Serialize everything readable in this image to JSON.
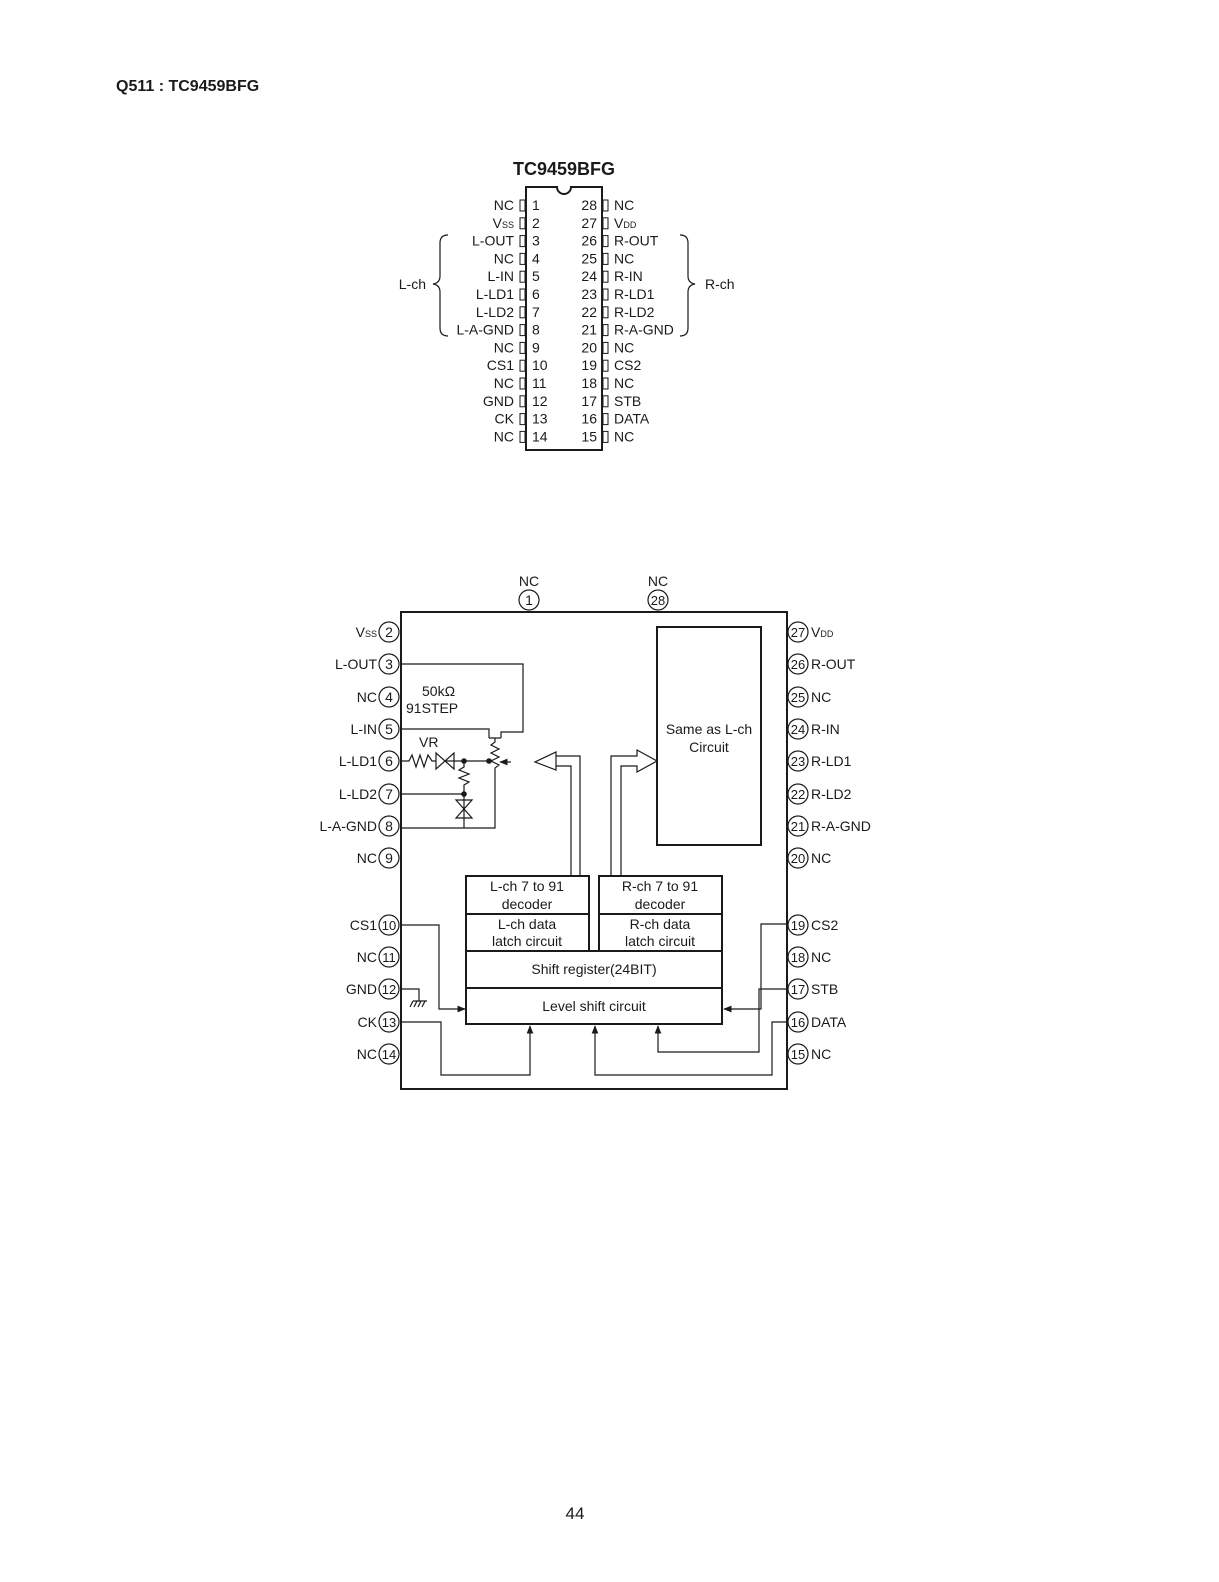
{
  "page": {
    "heading": "Q511 : TC9459BFG",
    "page_number": "44"
  },
  "pinout": {
    "title": "TC9459BFG",
    "left_pins": [
      {
        "num": "1",
        "name": "NC"
      },
      {
        "num": "2",
        "name": "V",
        "sub": "SS"
      },
      {
        "num": "3",
        "name": "L-OUT"
      },
      {
        "num": "4",
        "name": "NC"
      },
      {
        "num": "5",
        "name": "L-IN"
      },
      {
        "num": "6",
        "name": "L-LD1"
      },
      {
        "num": "7",
        "name": "L-LD2"
      },
      {
        "num": "8",
        "name": "L-A-GND"
      },
      {
        "num": "9",
        "name": "NC"
      },
      {
        "num": "10",
        "name": "CS1"
      },
      {
        "num": "11",
        "name": "NC"
      },
      {
        "num": "12",
        "name": "GND"
      },
      {
        "num": "13",
        "name": "CK"
      },
      {
        "num": "14",
        "name": "NC"
      }
    ],
    "right_pins": [
      {
        "num": "28",
        "name": "NC"
      },
      {
        "num": "27",
        "name": "V",
        "sub": "DD"
      },
      {
        "num": "26",
        "name": "R-OUT"
      },
      {
        "num": "25",
        "name": "NC"
      },
      {
        "num": "24",
        "name": "R-IN"
      },
      {
        "num": "23",
        "name": "R-LD1"
      },
      {
        "num": "22",
        "name": "R-LD2"
      },
      {
        "num": "21",
        "name": "R-A-GND"
      },
      {
        "num": "20",
        "name": "NC"
      },
      {
        "num": "19",
        "name": "CS2"
      },
      {
        "num": "18",
        "name": "NC"
      },
      {
        "num": "17",
        "name": "STB"
      },
      {
        "num": "16",
        "name": "DATA"
      },
      {
        "num": "15",
        "name": "NC"
      }
    ],
    "left_group_label": "L-ch",
    "right_group_label": "R-ch"
  },
  "block": {
    "top_pins": [
      {
        "num": "1",
        "name": "NC"
      },
      {
        "num": "28",
        "name": "NC"
      }
    ],
    "left_pins": [
      {
        "num": "2",
        "name": "V",
        "sub": "SS"
      },
      {
        "num": "3",
        "name": "L-OUT"
      },
      {
        "num": "4",
        "name": "NC"
      },
      {
        "num": "5",
        "name": "L-IN"
      },
      {
        "num": "6",
        "name": "L-LD1"
      },
      {
        "num": "7",
        "name": "L-LD2"
      },
      {
        "num": "8",
        "name": "L-A-GND"
      },
      {
        "num": "9",
        "name": "NC"
      },
      {
        "num": "10",
        "name": "CS1"
      },
      {
        "num": "11",
        "name": "NC"
      },
      {
        "num": "12",
        "name": "GND"
      },
      {
        "num": "13",
        "name": "CK"
      },
      {
        "num": "14",
        "name": "NC"
      }
    ],
    "right_pins": [
      {
        "num": "27",
        "name": "V",
        "sub": "DD"
      },
      {
        "num": "26",
        "name": "R-OUT"
      },
      {
        "num": "25",
        "name": "NC"
      },
      {
        "num": "24",
        "name": "R-IN"
      },
      {
        "num": "23",
        "name": "R-LD1"
      },
      {
        "num": "22",
        "name": "R-LD2"
      },
      {
        "num": "21",
        "name": "R-A-GND"
      },
      {
        "num": "20",
        "name": "NC"
      },
      {
        "num": "19",
        "name": "CS2"
      },
      {
        "num": "18",
        "name": "NC"
      },
      {
        "num": "17",
        "name": "STB"
      },
      {
        "num": "16",
        "name": "DATA"
      },
      {
        "num": "15",
        "name": "NC"
      }
    ],
    "resistor_label_1": "50kΩ",
    "resistor_label_2": "91STEP",
    "vr_label": "VR",
    "same_as_1": "Same as L-ch",
    "same_as_2": "Circuit",
    "lch_decoder_1": "L-ch 7 to 91",
    "lch_decoder_2": "decoder",
    "rch_decoder_1": "R-ch 7 to 91",
    "rch_decoder_2": "decoder",
    "lch_latch_1": "L-ch data",
    "lch_latch_2": "latch circuit",
    "rch_latch_1": "R-ch data",
    "rch_latch_2": "latch circuit",
    "shift_register": "Shift register(24BIT)",
    "level_shift": "Level shift circuit"
  }
}
